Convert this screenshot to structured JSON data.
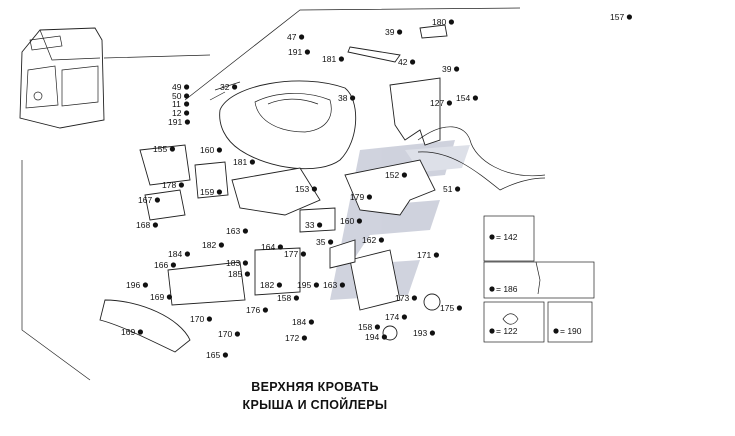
{
  "title_line1": "ВЕРХНЯЯ КРОВАТЬ",
  "title_line2": "КРЫША И СПОЙЛЕРЫ",
  "watermark_color": "#9aa0b8",
  "callouts": [
    "47",
    "191",
    "181",
    "180",
    "39",
    "42",
    "39",
    "127",
    "154",
    "32",
    "38",
    "49",
    "50",
    "11",
    "12",
    "191",
    "155",
    "160",
    "181",
    "178",
    "159",
    "153",
    "152",
    "179",
    "51",
    "167",
    "168",
    "33",
    "160",
    "35",
    "162",
    "163",
    "182",
    "164",
    "177",
    "183",
    "185",
    "184",
    "166",
    "182",
    "195",
    "163",
    "158",
    "196",
    "169",
    "170",
    "170",
    "169",
    "165",
    "176",
    "184",
    "172",
    "171",
    "175",
    "173",
    "174",
    "158",
    "194",
    "193",
    "157"
  ],
  "legend_boxes": [
    {
      "label": "= 142"
    },
    {
      "label": "= 186"
    },
    {
      "label": "= 122"
    },
    {
      "label": "= 190"
    }
  ]
}
